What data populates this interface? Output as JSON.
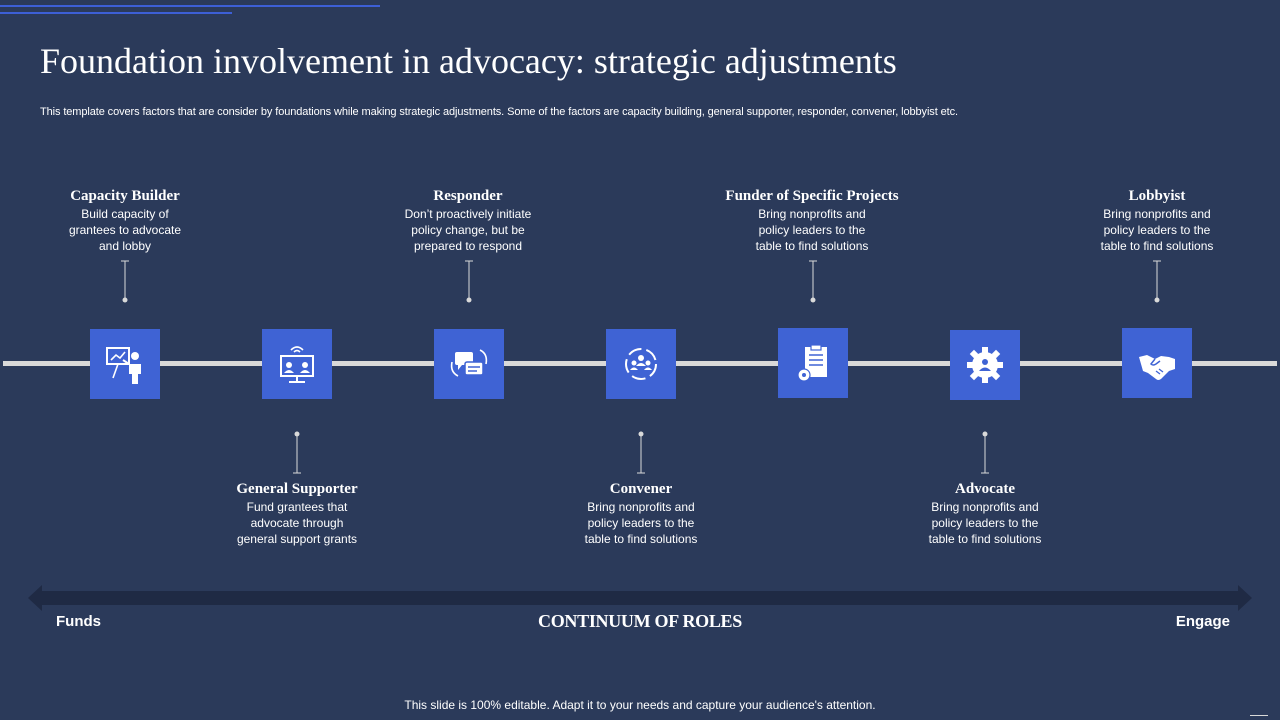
{
  "header": {
    "title": "Foundation involvement in advocacy: strategic adjustments",
    "subtitle": "This template covers factors that are consider by foundations while making strategic adjustments. Some of the factors are capacity building, general supporter, responder, convener, lobbyist etc."
  },
  "roles": [
    {
      "title": "Capacity Builder",
      "desc": [
        "Build capacity of",
        "grantees to advocate",
        "and lobby"
      ],
      "icon": "presentation-icon"
    },
    {
      "title": "General Supporter",
      "desc": [
        "Fund grantees that",
        "advocate through",
        "general support grants"
      ],
      "icon": "remote-support-icon"
    },
    {
      "title": "Responder",
      "desc": [
        "Don’t proactively initiate",
        "policy change, but be",
        "prepared to respond"
      ],
      "icon": "chat-exchange-icon"
    },
    {
      "title": "Convener",
      "desc": [
        "Bring nonprofits and",
        "policy leaders to the",
        "table to find solutions"
      ],
      "icon": "people-cycle-icon"
    },
    {
      "title": "Funder of Specific Projects",
      "desc": [
        "Bring nonprofits and",
        "policy leaders to the",
        "table to find solutions"
      ],
      "icon": "document-gear-icon"
    },
    {
      "title": "Advocate",
      "desc": [
        "Bring nonprofits and",
        "policy leaders to the",
        "table to find solutions"
      ],
      "icon": "gear-people-icon"
    },
    {
      "title": "Lobbyist",
      "desc": [
        "Bring nonprofits and",
        "policy leaders to the",
        "table to find solutions"
      ],
      "icon": "handshake-icon"
    }
  ],
  "continuum": {
    "left_label": "Funds",
    "center_label": "CONTINUUM OF ROLES",
    "right_label": "Engage"
  },
  "footer": {
    "text": "This slide is 100% editable. Adapt it to your needs and capture your audience's attention."
  },
  "colors": {
    "background": "#2b3a5a",
    "accent": "#3f63d4",
    "track": "#d9d9d9",
    "arrow": "#1f2a44"
  }
}
